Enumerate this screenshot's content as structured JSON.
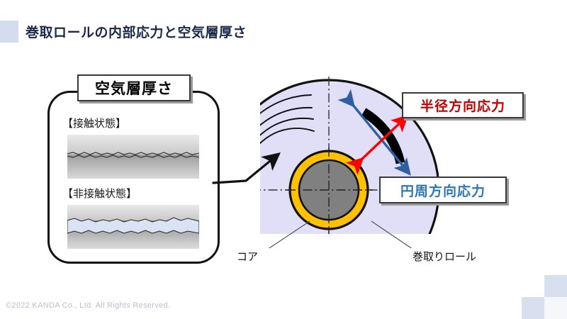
{
  "slide": {
    "title": "巻取ロールの内部応力と空気層厚さ",
    "footer": "©2022 KANDA Co., Ltd. All Rights Reserved."
  },
  "left_panel": {
    "header": "空気層厚さ",
    "states": [
      {
        "label": "【接触状態】",
        "kind": "contact"
      },
      {
        "label": "【非接触状態】",
        "kind": "non-contact"
      }
    ]
  },
  "diagram": {
    "stress_labels": [
      {
        "text": "半径方向応力",
        "color": "#c00000"
      },
      {
        "text": "円周方向応力",
        "color": "#2e75b6"
      }
    ],
    "part_labels": [
      {
        "text": "コア"
      },
      {
        "text": "巻取りロール"
      }
    ]
  },
  "colors": {
    "title_text": "#1b2a4a",
    "title_accent": "#d5dcee",
    "roll_fill": "#e1dff7",
    "core_ring": "#ffc000",
    "core_center": "#808080",
    "radial_arrow": "#ff0000",
    "circumferential_arrow": "#2e5fa3",
    "air_gap": "#dae3f3",
    "corner_square": "#d8e0f0",
    "corner_square_light": "#f5f7fb",
    "footer_text": "#b9bfcb"
  }
}
